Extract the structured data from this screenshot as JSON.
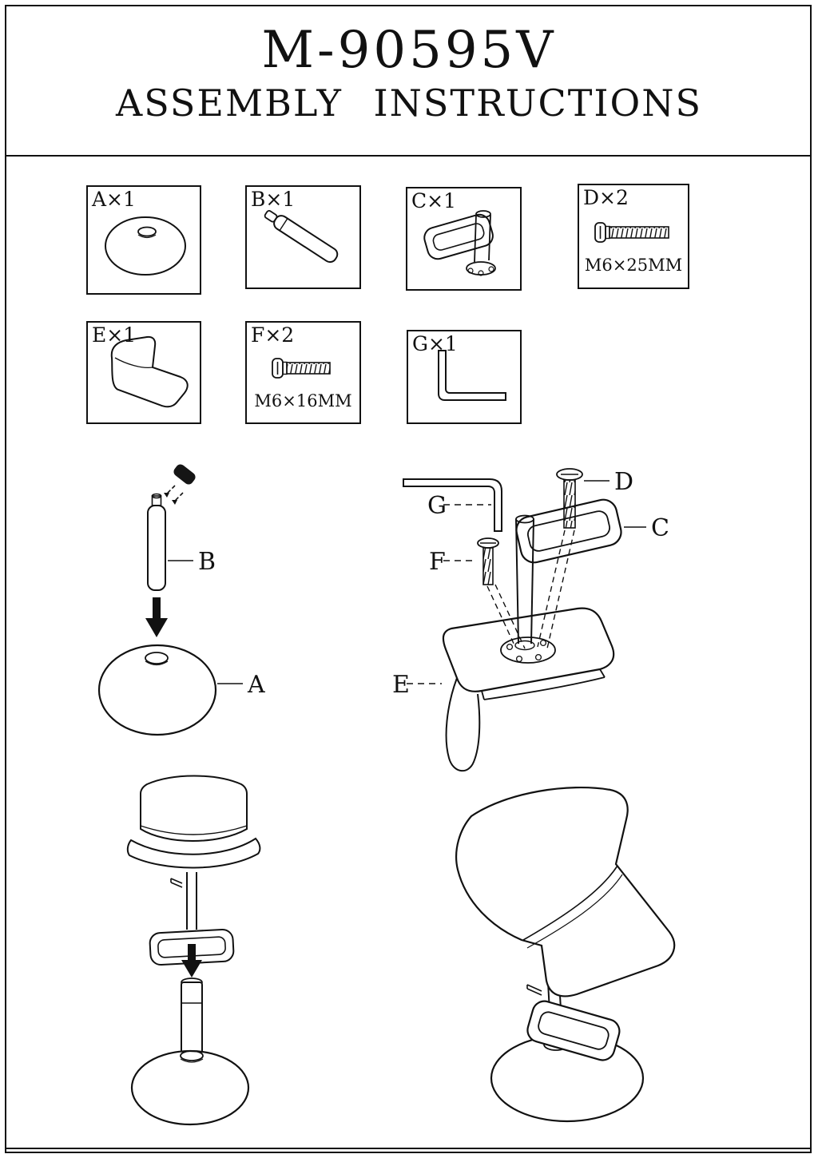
{
  "page": {
    "title": "M-90595V",
    "subtitle": "ASSEMBLY INSTRUCTIONS",
    "ink_color": "#111111"
  },
  "parts": {
    "a": {
      "label": "A×1"
    },
    "b": {
      "label": "B×1"
    },
    "c": {
      "label": "C×1"
    },
    "d": {
      "label": "D×2",
      "spec": "M6×25MM"
    },
    "e": {
      "label": "E×1"
    },
    "f": {
      "label": "F×2",
      "spec": "M6×16MM"
    },
    "g": {
      "label": "G×1"
    }
  },
  "step1": {
    "callout_b": "B",
    "callout_a": "A"
  },
  "step2": {
    "callout_g": "G",
    "callout_d": "D",
    "callout_c": "C",
    "callout_f": "F",
    "callout_e": "E"
  }
}
